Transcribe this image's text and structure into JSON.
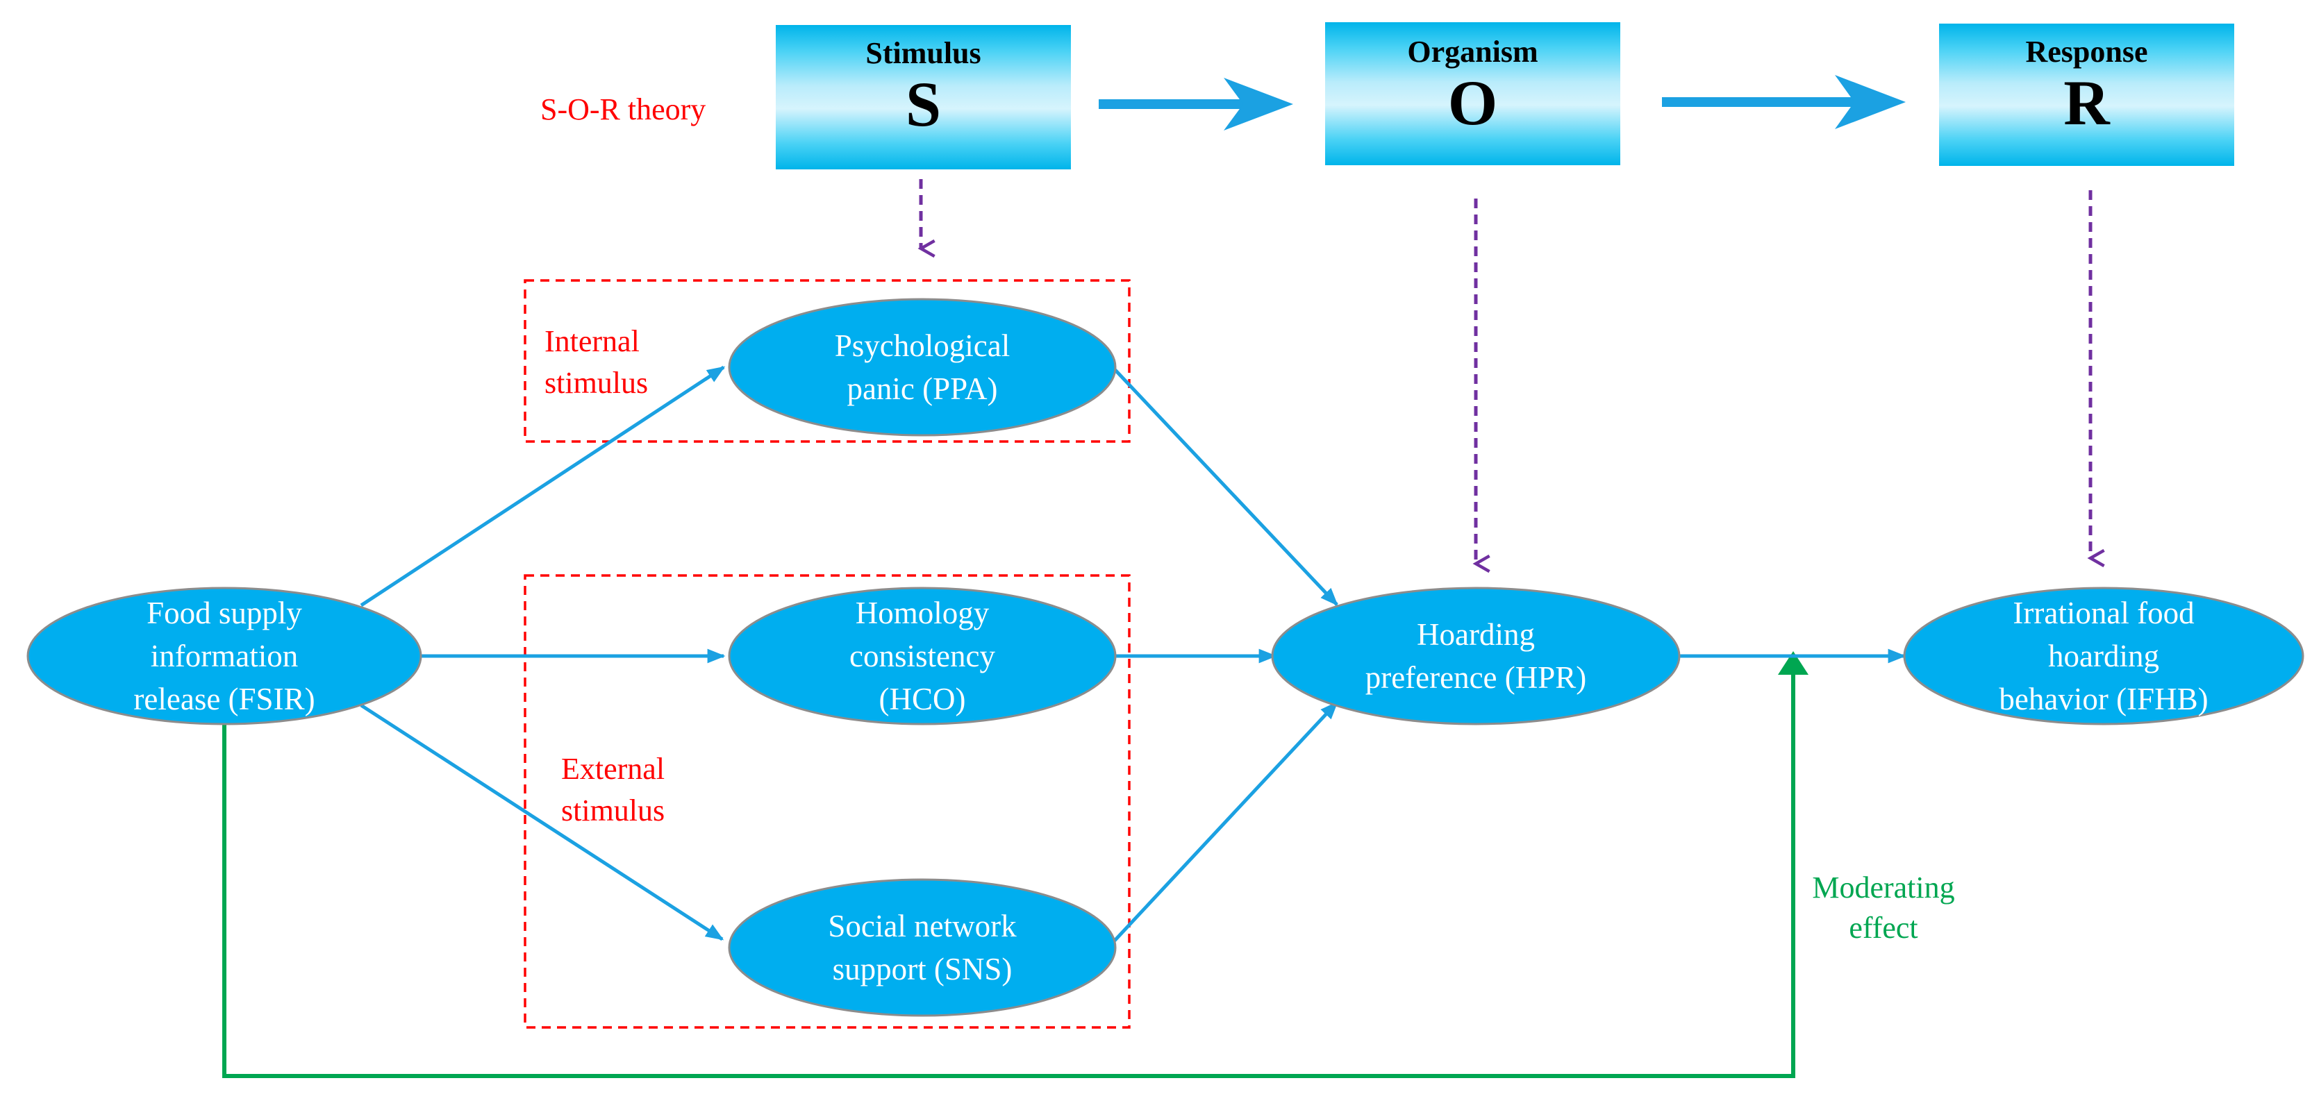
{
  "theory_label": "S-O-R theory",
  "sor": {
    "stimulus": {
      "word": "Stimulus",
      "letter": "S"
    },
    "organism": {
      "word": "Organism",
      "letter": "O"
    },
    "response": {
      "word": "Response",
      "letter": "R"
    }
  },
  "groups": {
    "internal": "Internal\nstimulus",
    "external": "External\nstimulus"
  },
  "nodes": {
    "fsir": "Food supply\ninformation\nrelease (FSIR)",
    "ppa": "Psychological\npanic (PPA)",
    "hco": "Homology\nconsistency\n(HCO)",
    "sns": "Social network\nsupport (SNS)",
    "hpr": "Hoarding\npreference (HPR)",
    "ifhb": "Irrational food\nhoarding\nbehavior (IFHB)"
  },
  "moderating_label": "Moderating\neffect",
  "colors": {
    "node_fill": "#00aeef",
    "arrow_blue": "#1ba1e2",
    "dashed_purple": "#7030a0",
    "group_border": "#ff0000",
    "moderating_green": "#00a651"
  }
}
